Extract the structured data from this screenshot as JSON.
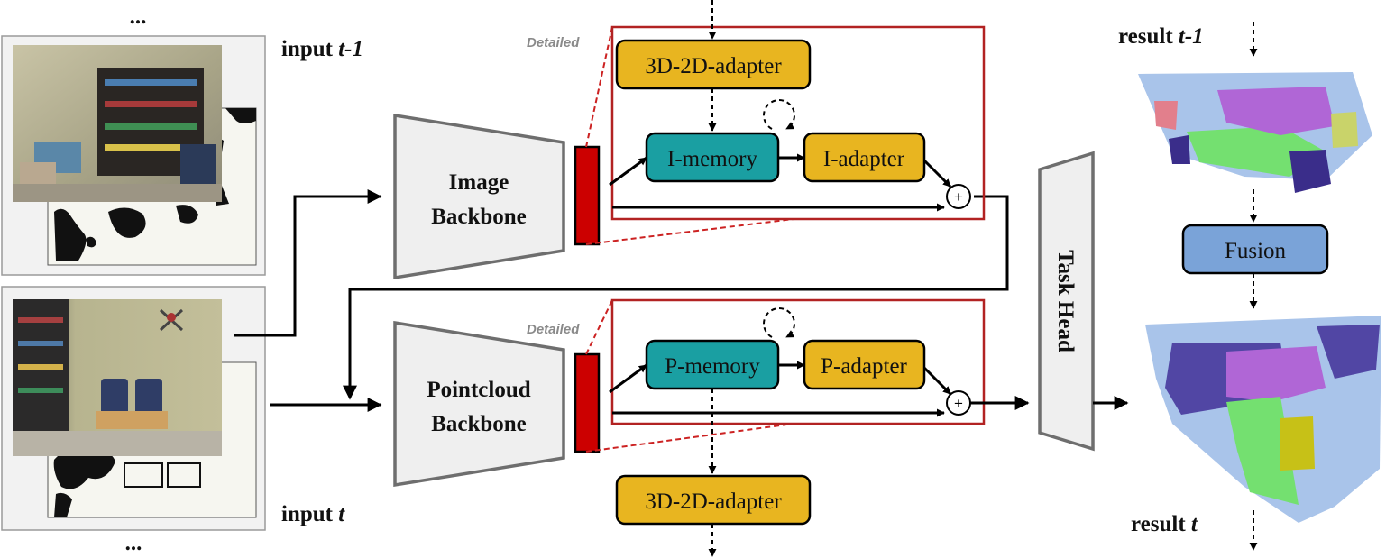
{
  "inputs": {
    "ellipsis_top": "...",
    "prev_label": {
      "prefix": "input ",
      "var": "t-1"
    },
    "curr_label": {
      "prefix": "input ",
      "var": "t"
    },
    "ellipsis_bottom": "..."
  },
  "backbones": {
    "image": [
      "Image",
      "Backbone"
    ],
    "pointcloud": [
      "Pointcloud",
      "Backbone"
    ]
  },
  "detail_labels": [
    "Detailed",
    "Detailed"
  ],
  "modules": {
    "adapter_3d2d_top": "3D-2D-adapter",
    "i_memory": "I-memory",
    "i_adapter": "I-adapter",
    "p_memory": "P-memory",
    "p_adapter": "P-adapter",
    "adapter_3d2d_bottom": "3D-2D-adapter",
    "plus_symbol": "+"
  },
  "task_head": "Task Head",
  "results": {
    "prev_label": {
      "prefix": "result ",
      "var": "t-1"
    },
    "fusion": "Fusion",
    "curr_label": {
      "prefix": "result ",
      "var": "t"
    }
  },
  "colors": {
    "adapter_fill": "#e8b520",
    "memory_fill": "#1a9fa2",
    "fusion_fill": "#7aa3d8",
    "feature_red": "#cc0000",
    "detail_frame": "#b22222",
    "backbone_fill": "#efefef",
    "backbone_stroke": "#6e6e6e"
  },
  "icons": {
    "self_loop": "dashed-circular-arrow-icon",
    "sum": "circle-plus-icon",
    "flow": "arrow-icon"
  }
}
